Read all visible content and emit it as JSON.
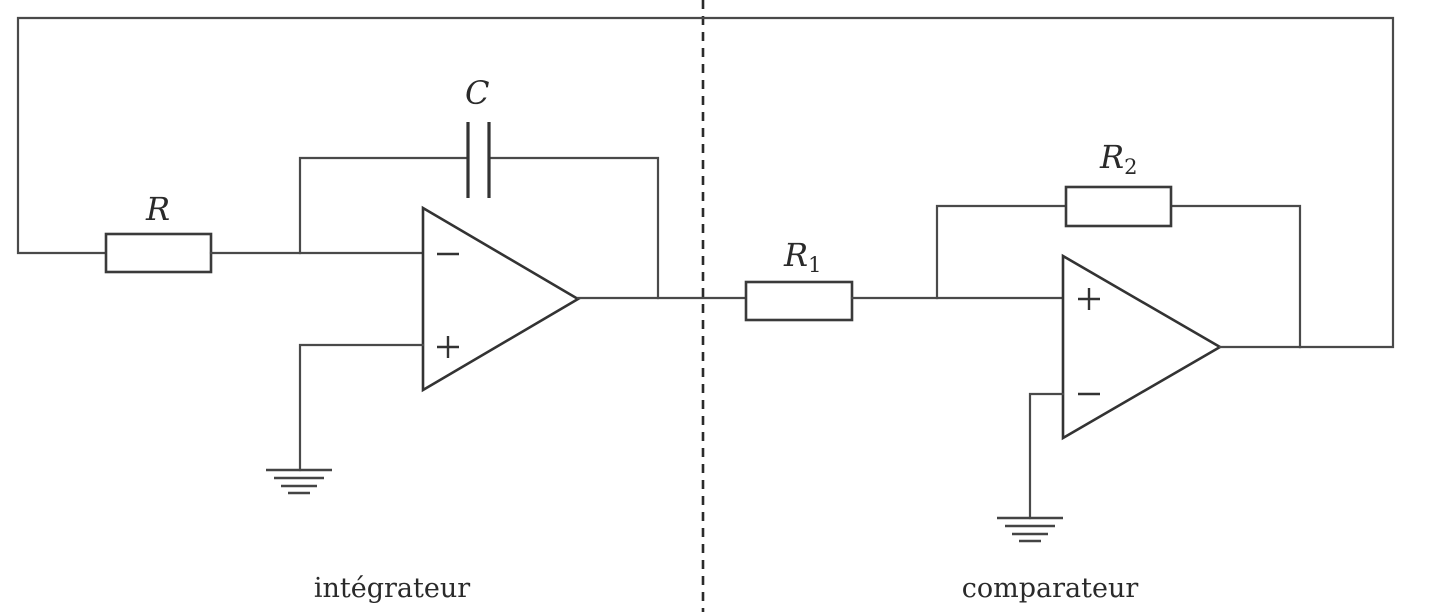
{
  "components": {
    "integrator_resistor": {
      "label": "R"
    },
    "integrator_capacitor": {
      "label": "C"
    },
    "comparator_resistor_1": {
      "label": "R",
      "subscript": "1"
    },
    "comparator_resistor_2": {
      "label": "R",
      "subscript": "2"
    }
  },
  "opamps": {
    "integrator": {
      "inverting_sign": "−",
      "noninverting_sign": "+"
    },
    "comparator": {
      "noninverting_sign": "+",
      "inverting_sign": "−"
    }
  },
  "sections": {
    "left": "intégrateur",
    "right": "comparateur"
  }
}
